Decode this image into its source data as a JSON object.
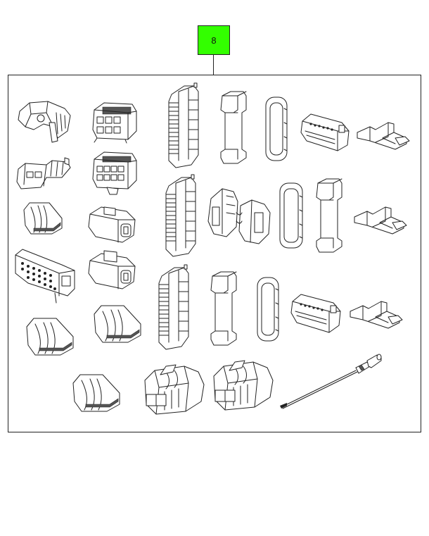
{
  "callout": {
    "label": "8"
  },
  "colors": {
    "callout_fill": "#33ff00",
    "line": "#222222",
    "background": "#ffffff"
  },
  "parts": [
    "terminal-position-assurance",
    "connector-6way",
    "terminal-holder-long",
    "terminal-holder-slim",
    "seal-ring",
    "connector-multi-pin",
    "lock-clip",
    "connector-2way",
    "connector-8way",
    "terminal-cover",
    "connector-2way-housing",
    "terminal-holder-long",
    "hinged-connector",
    "seal-ring",
    "terminal-holder-slim",
    "lock-clip",
    "connector-24way-block",
    "connector-2way-housing",
    "terminal-cover",
    "terminal-cover",
    "terminal-holder-long",
    "terminal-holder-slim",
    "seal-ring",
    "connector-multi-pin",
    "lock-clip",
    "terminal-cover",
    "connector-2way-sealed",
    "connector-2way-sealed",
    "terminal-probe"
  ]
}
